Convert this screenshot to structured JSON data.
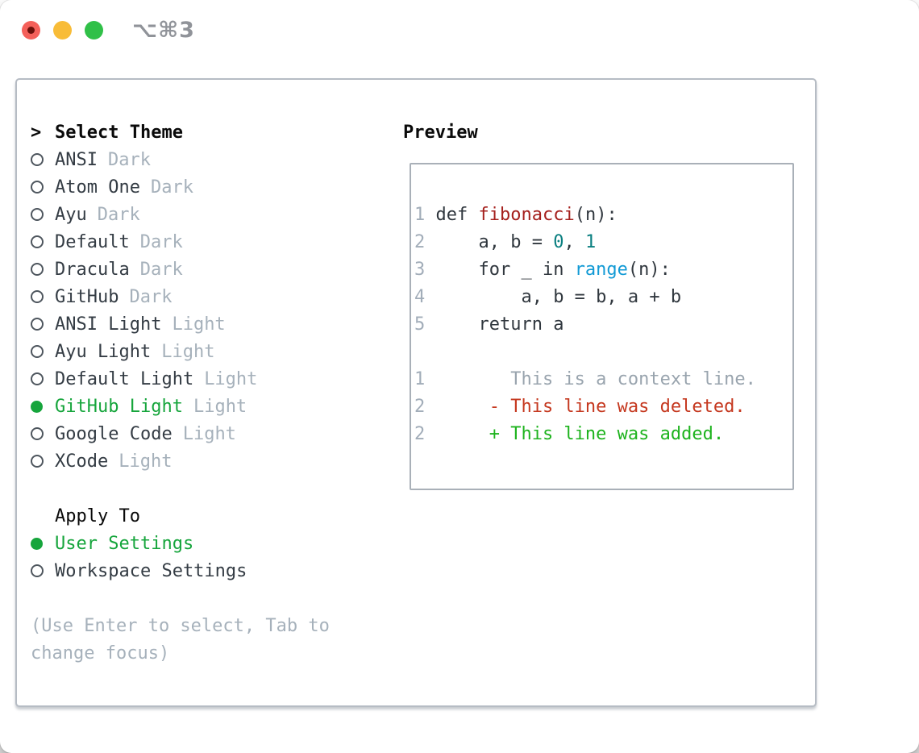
{
  "window": {
    "title": "⌥⌘3",
    "traffic_lights": [
      "close",
      "minimize",
      "zoom"
    ]
  },
  "theme_picker": {
    "marker": ">",
    "title": "Select Theme",
    "items": [
      {
        "name": "ANSI",
        "variant": "Dark",
        "selected": false
      },
      {
        "name": "Atom One",
        "variant": "Dark",
        "selected": false
      },
      {
        "name": "Ayu",
        "variant": "Dark",
        "selected": false
      },
      {
        "name": "Default",
        "variant": "Dark",
        "selected": false
      },
      {
        "name": "Dracula",
        "variant": "Dark",
        "selected": false
      },
      {
        "name": "GitHub",
        "variant": "Dark",
        "selected": false
      },
      {
        "name": "ANSI Light",
        "variant": "Light",
        "selected": false
      },
      {
        "name": "Ayu Light",
        "variant": "Light",
        "selected": false
      },
      {
        "name": "Default Light",
        "variant": "Light",
        "selected": false
      },
      {
        "name": "GitHub Light",
        "variant": "Light",
        "selected": true
      },
      {
        "name": "Google Code",
        "variant": "Light",
        "selected": false
      },
      {
        "name": "XCode",
        "variant": "Light",
        "selected": false
      }
    ]
  },
  "apply_to": {
    "title": "Apply To",
    "options": [
      {
        "label": "User Settings",
        "selected": true
      },
      {
        "label": "Workspace Settings",
        "selected": false
      }
    ]
  },
  "hint": "(Use Enter to select, Tab to change focus)",
  "preview": {
    "title": "Preview",
    "code_lines": [
      {
        "no": "1",
        "tokens": [
          {
            "t": "def ",
            "s": "plain"
          },
          {
            "t": "fibonacci",
            "s": "function"
          },
          {
            "t": "(n):",
            "s": "plain"
          }
        ]
      },
      {
        "no": "2",
        "tokens": [
          {
            "t": "    a, b = ",
            "s": "plain"
          },
          {
            "t": "0",
            "s": "number"
          },
          {
            "t": ", ",
            "s": "plain"
          },
          {
            "t": "1",
            "s": "number"
          }
        ]
      },
      {
        "no": "3",
        "tokens": [
          {
            "t": "    for _ in ",
            "s": "plain"
          },
          {
            "t": "range",
            "s": "builtin"
          },
          {
            "t": "(n):",
            "s": "plain"
          }
        ]
      },
      {
        "no": "4",
        "tokens": [
          {
            "t": "        a, b = b, a + b",
            "s": "plain"
          }
        ]
      },
      {
        "no": "5",
        "tokens": [
          {
            "t": "    return a",
            "s": "plain"
          }
        ]
      }
    ],
    "diff_lines": [
      {
        "no": "1",
        "content": "       This is a context line.",
        "kind": "context"
      },
      {
        "no": "2",
        "content": "     - This line was deleted.",
        "kind": "deleted"
      },
      {
        "no": "2",
        "content": "     + This line was added.",
        "kind": "added"
      }
    ]
  },
  "colors": {
    "accent_green": "#16a53c",
    "muted": "#a6b1bb",
    "text": "#343c44",
    "heading": "#0a0a0a",
    "line_number": "#a2adb9",
    "code_plain": "#30373e",
    "code_function": "#a5201d",
    "code_number": "#0a7f80",
    "code_builtin": "#129ad5",
    "diff_context": "#99a4ae",
    "diff_deleted": "#c5381f",
    "diff_added": "#1eb31e",
    "panel_border": "#b6bcc4",
    "preview_border": "#a9b0b8",
    "titlebar_title": "#909399",
    "traffic_red": "#f4605a",
    "traffic_yellow": "#f8bc38",
    "traffic_green": "#30c048"
  }
}
